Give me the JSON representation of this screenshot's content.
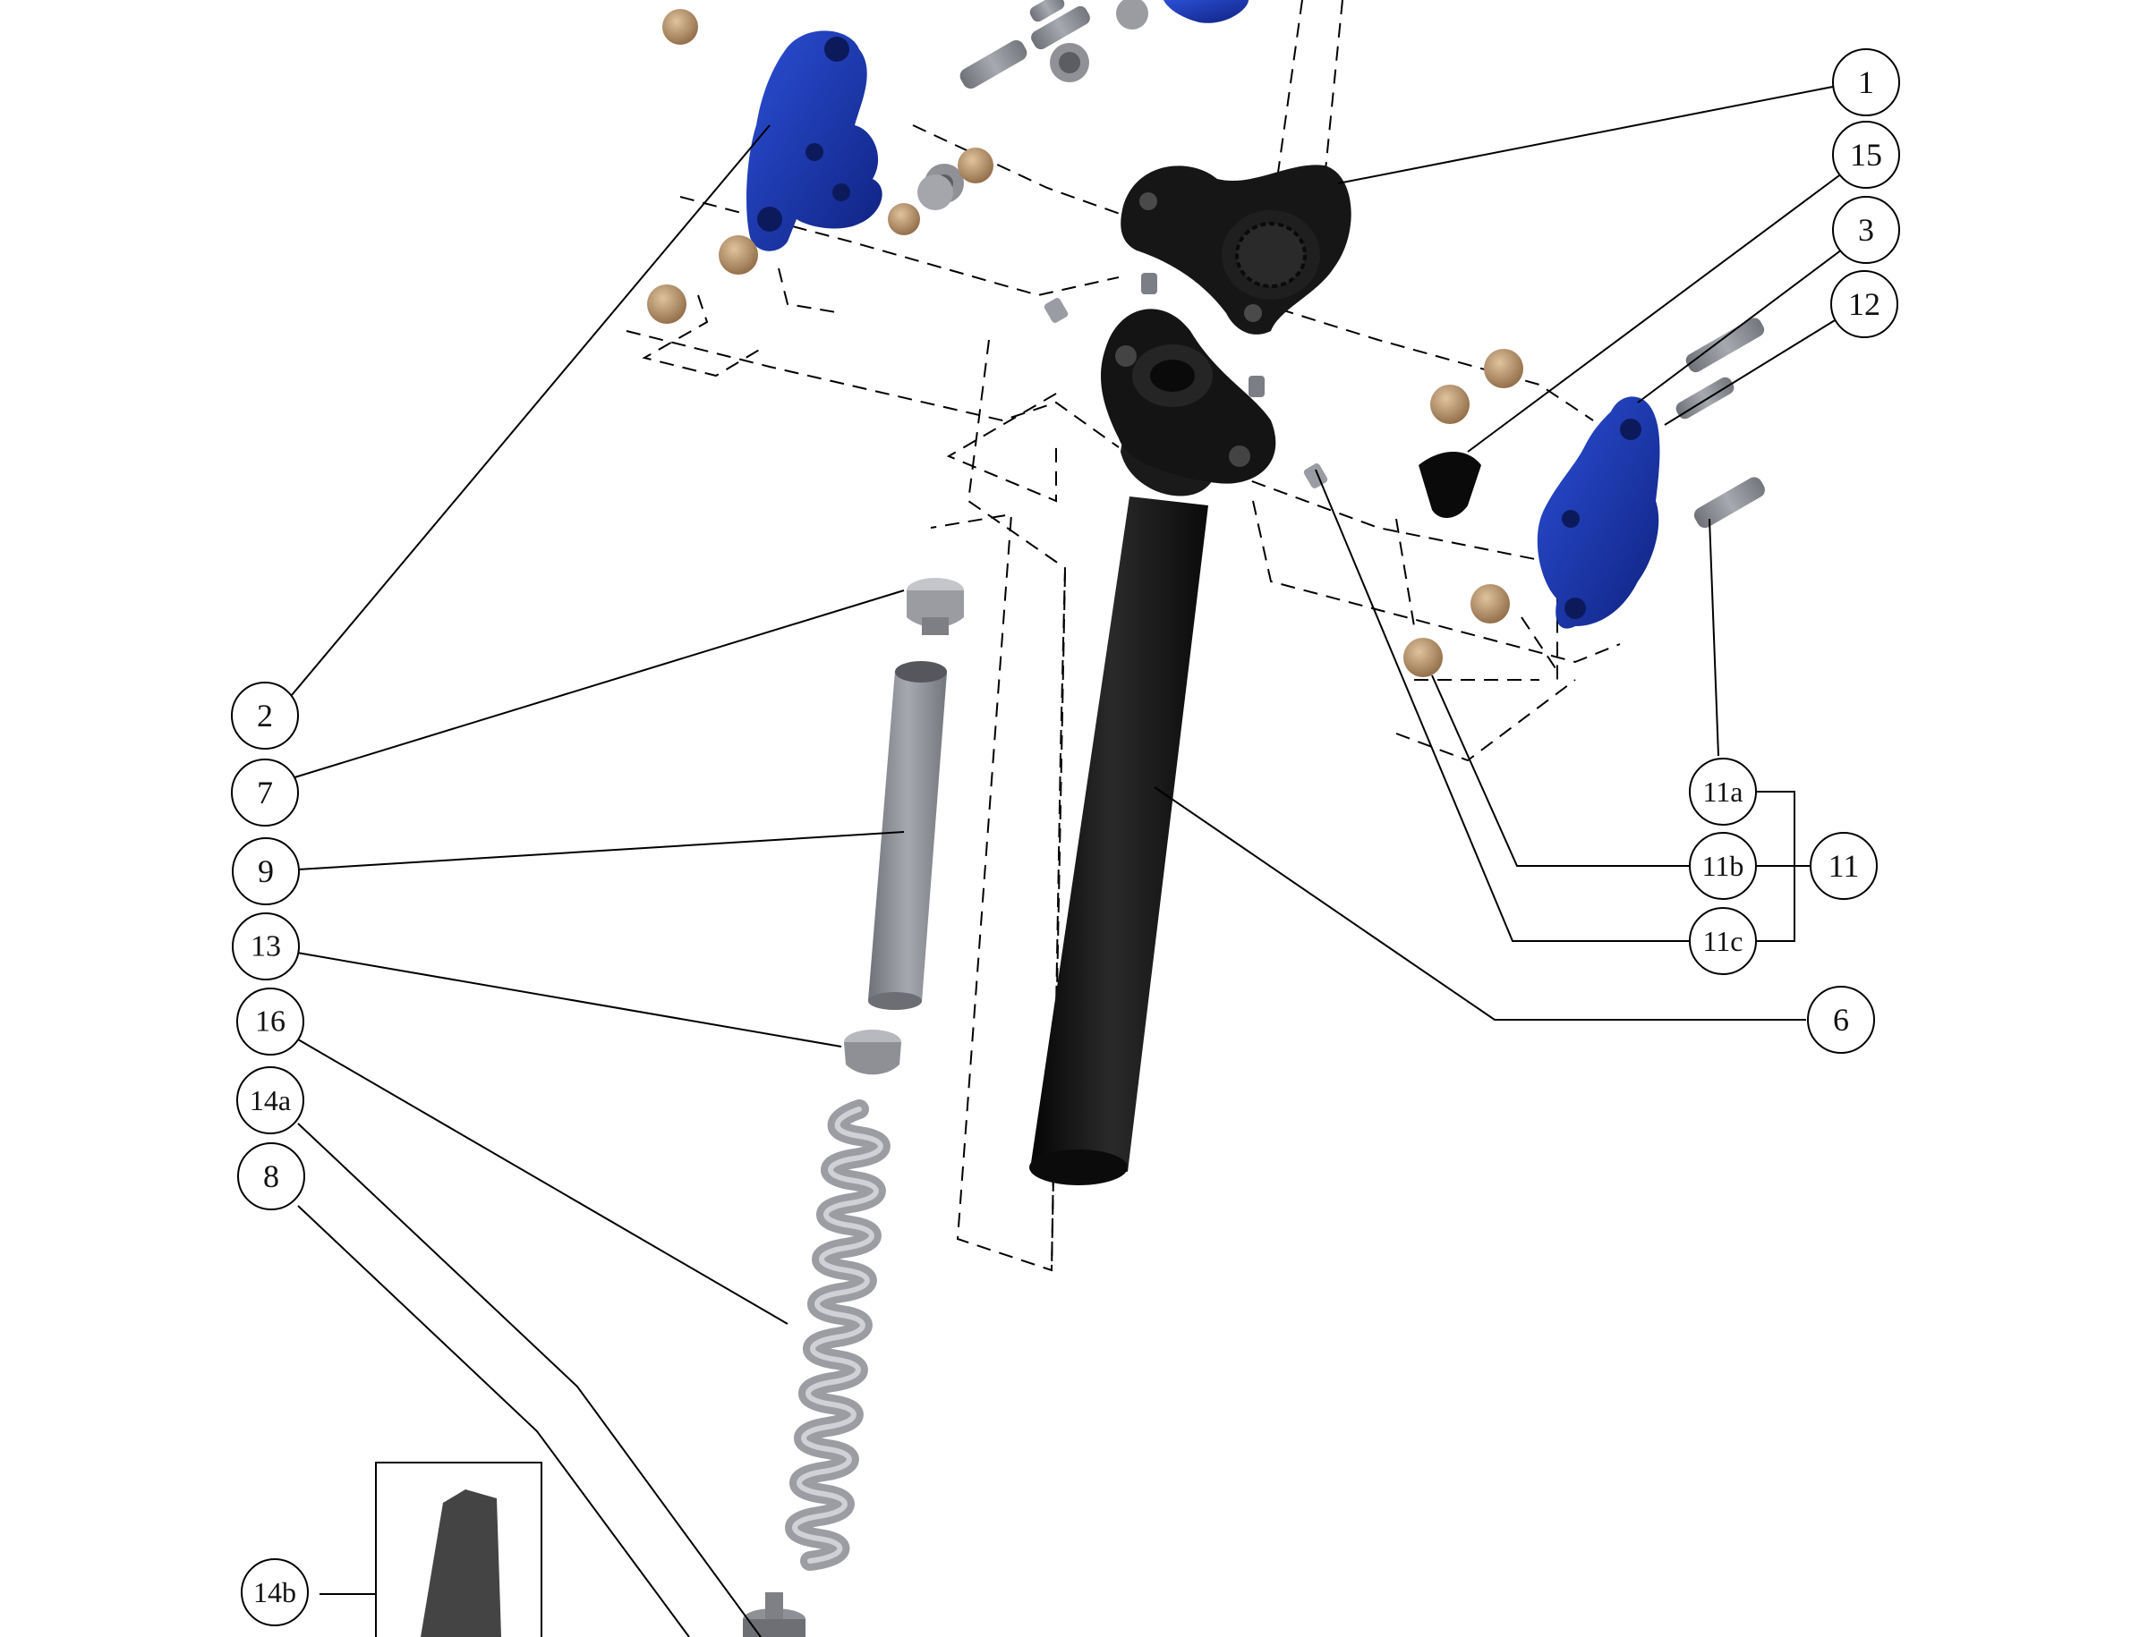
{
  "diagram": {
    "callouts": [
      {
        "id": "c1",
        "label": "1"
      },
      {
        "id": "c15",
        "label": "15"
      },
      {
        "id": "c3",
        "label": "3"
      },
      {
        "id": "c12",
        "label": "12"
      },
      {
        "id": "c2",
        "label": "2"
      },
      {
        "id": "c7",
        "label": "7"
      },
      {
        "id": "c9",
        "label": "9"
      },
      {
        "id": "c13",
        "label": "13"
      },
      {
        "id": "c16",
        "label": "16"
      },
      {
        "id": "c14a",
        "label": "14a"
      },
      {
        "id": "c8",
        "label": "8"
      },
      {
        "id": "c14b",
        "label": "14b"
      },
      {
        "id": "c11a",
        "label": "11a"
      },
      {
        "id": "c11b",
        "label": "11b"
      },
      {
        "id": "c11c",
        "label": "11c"
      },
      {
        "id": "c11",
        "label": "11"
      },
      {
        "id": "c6",
        "label": "6"
      }
    ],
    "colors": {
      "link_blue": "#1f3aa8",
      "link_blue_dark": "#142578",
      "body_black": "#151515",
      "metal_gray": "#8d8f96",
      "metal_light": "#b9bbc1",
      "bushing_bronze": "#b48a5e",
      "line": "#000000"
    }
  }
}
